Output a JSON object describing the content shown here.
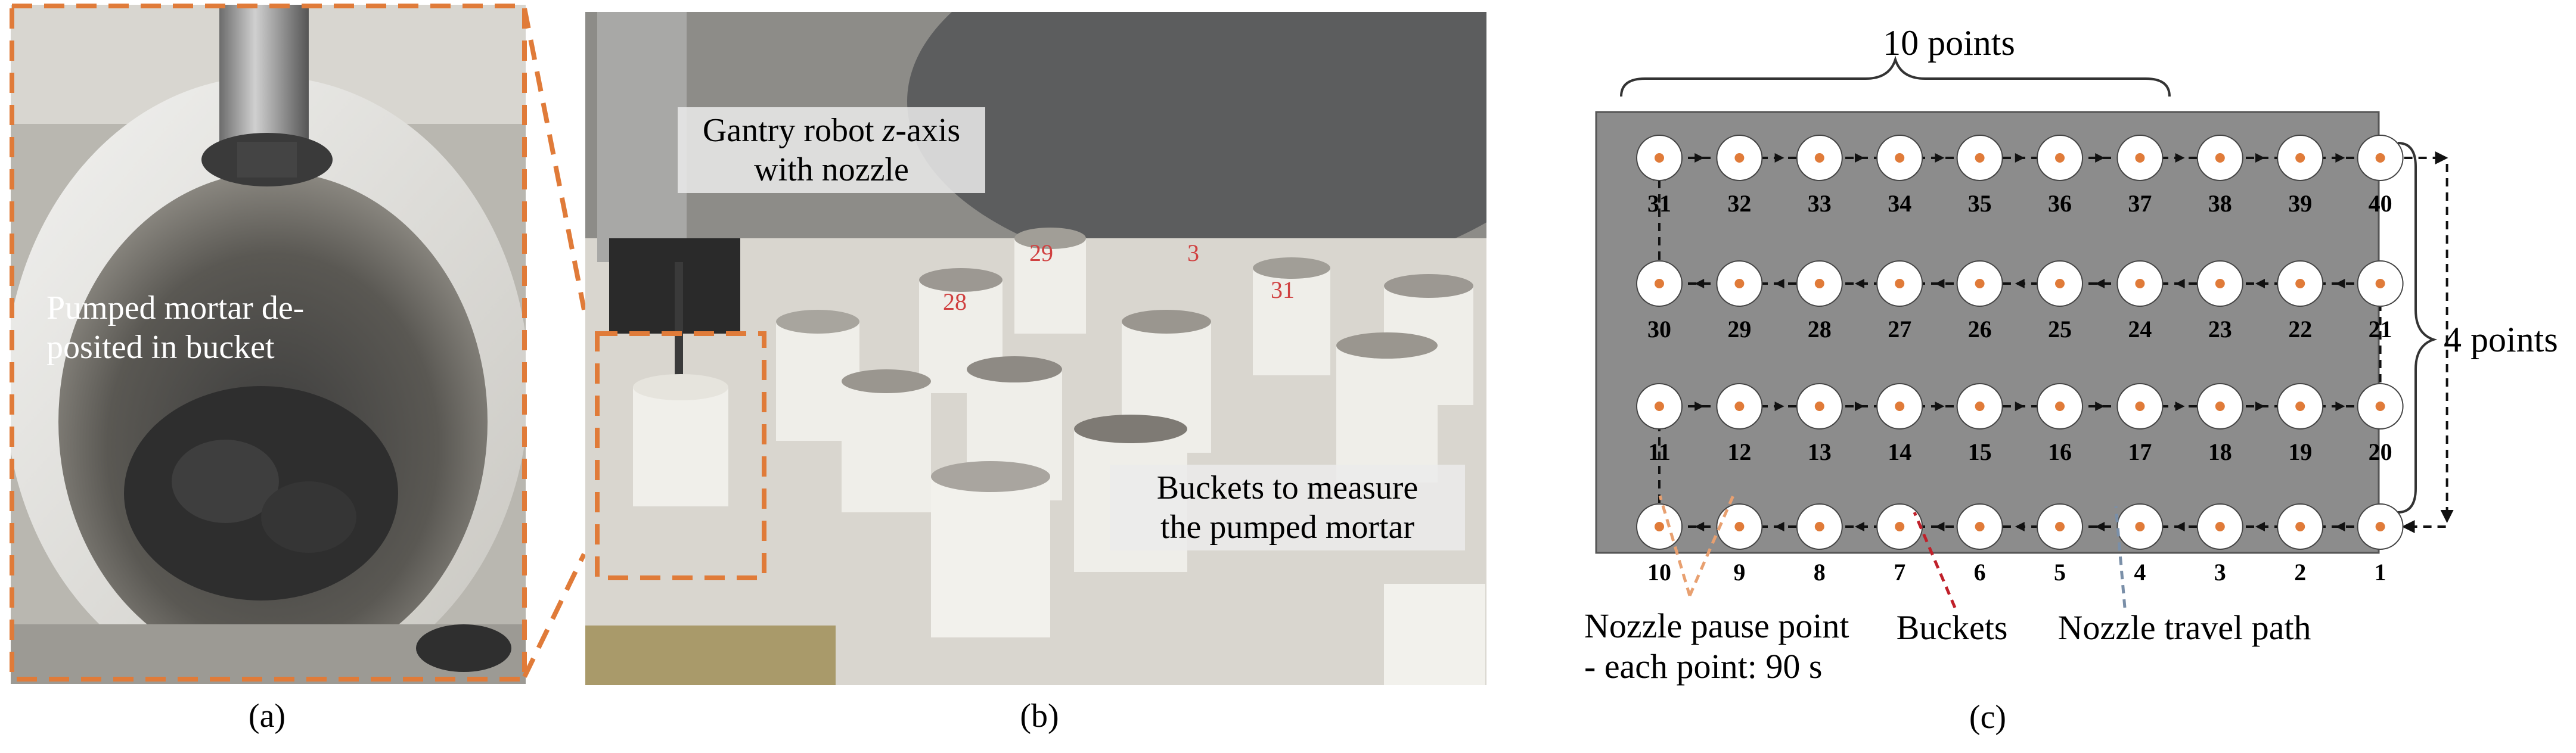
{
  "panel_a": {
    "label": "Pumped mortar de-\nposited in bucket",
    "caption": "(a)"
  },
  "panel_b": {
    "gantry_label_line1": "Gantry robot ",
    "gantry_label_axis": "z",
    "gantry_label_line1_rest": "-axis",
    "gantry_label_line2": "with nozzle",
    "buckets_label_line1": "Buckets to measure",
    "buckets_label_line2": "the pumped mortar",
    "bucket_numbers": [
      "28",
      "29",
      "3",
      "31"
    ],
    "caption": "(b)"
  },
  "panel_c": {
    "top_label": "10 points",
    "right_label": "4 points",
    "grid_rows": [
      [
        "31",
        "32",
        "33",
        "34",
        "35",
        "36",
        "37",
        "38",
        "39",
        "40"
      ],
      [
        "30",
        "29",
        "28",
        "27",
        "26",
        "25",
        "24",
        "23",
        "22",
        "21"
      ],
      [
        "11",
        "12",
        "13",
        "14",
        "15",
        "16",
        "17",
        "18",
        "19",
        "20"
      ],
      [
        "10",
        "9",
        "8",
        "7",
        "6",
        "5",
        "4",
        "3",
        "2",
        "1"
      ]
    ],
    "pause_label_line1": "Nozzle pause point",
    "pause_label_line2": "- each point: 90 s",
    "buckets_label": "Buckets",
    "path_label": "Nozzle travel path",
    "caption": "(c)",
    "colors": {
      "plate": "#8c8c8c",
      "bucket_fill": "#ffffff",
      "point": "#e07b39",
      "pause_arrow": "#e8a070",
      "buckets_arrow": "#c0202a",
      "path_arrow": "#7a8fa8"
    }
  }
}
